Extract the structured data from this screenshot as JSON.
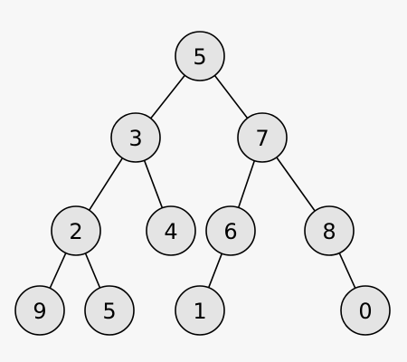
{
  "tree": {
    "nodes": [
      {
        "id": "n-root",
        "label": "5"
      },
      {
        "id": "n-l",
        "label": "3"
      },
      {
        "id": "n-r",
        "label": "7"
      },
      {
        "id": "n-ll",
        "label": "2"
      },
      {
        "id": "n-lr",
        "label": "4"
      },
      {
        "id": "n-rl",
        "label": "6"
      },
      {
        "id": "n-rr",
        "label": "8"
      },
      {
        "id": "n-lll",
        "label": "9"
      },
      {
        "id": "n-llr",
        "label": "5"
      },
      {
        "id": "n-rll",
        "label": "1"
      },
      {
        "id": "n-rrr",
        "label": "0"
      }
    ],
    "edges": [
      [
        "n-root",
        "n-l"
      ],
      [
        "n-root",
        "n-r"
      ],
      [
        "n-l",
        "n-ll"
      ],
      [
        "n-l",
        "n-lr"
      ],
      [
        "n-r",
        "n-rl"
      ],
      [
        "n-r",
        "n-rr"
      ],
      [
        "n-ll",
        "n-lll"
      ],
      [
        "n-ll",
        "n-llr"
      ],
      [
        "n-rl",
        "n-rll"
      ],
      [
        "n-rr",
        "n-rrr"
      ]
    ],
    "colors": {
      "node_fill": "#e4e4e4",
      "stroke": "#000000",
      "background": "#f7f7f7"
    }
  }
}
